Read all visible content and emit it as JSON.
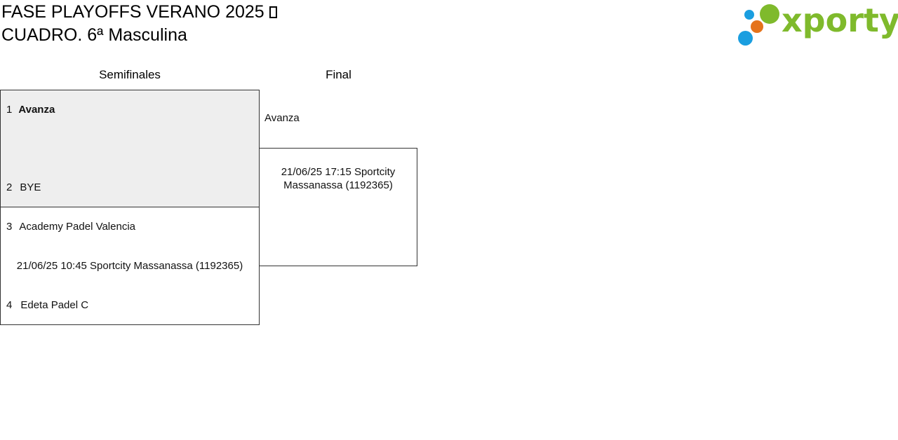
{
  "header": {
    "title_line1": "FASE PLAYOFFS VERANO 2025",
    "title_line2": "CUADRO. 6ª Masculina"
  },
  "logo": {
    "text": "xporty",
    "colors": {
      "green": "#7fba2c",
      "blue": "#1a9ee0",
      "orange": "#e5731b"
    }
  },
  "rounds": {
    "semis_label": "Semifinales",
    "final_label": "Final"
  },
  "semifinals": [
    {
      "team1": {
        "seed": "1",
        "name": "Avanza"
      },
      "team2": {
        "seed": "2",
        "name": "BYE"
      },
      "info": ""
    },
    {
      "team1": {
        "seed": "3",
        "name": "Academy Padel Valencia"
      },
      "team2": {
        "seed": "4",
        "name": "Edeta Padel C"
      },
      "info": "21/06/25 10:45 Sportcity Massanassa (1192365)"
    }
  ],
  "final": {
    "team1": "Avanza",
    "info": "21/06/25 17:15 Sportcity Massanassa (1192365)"
  }
}
